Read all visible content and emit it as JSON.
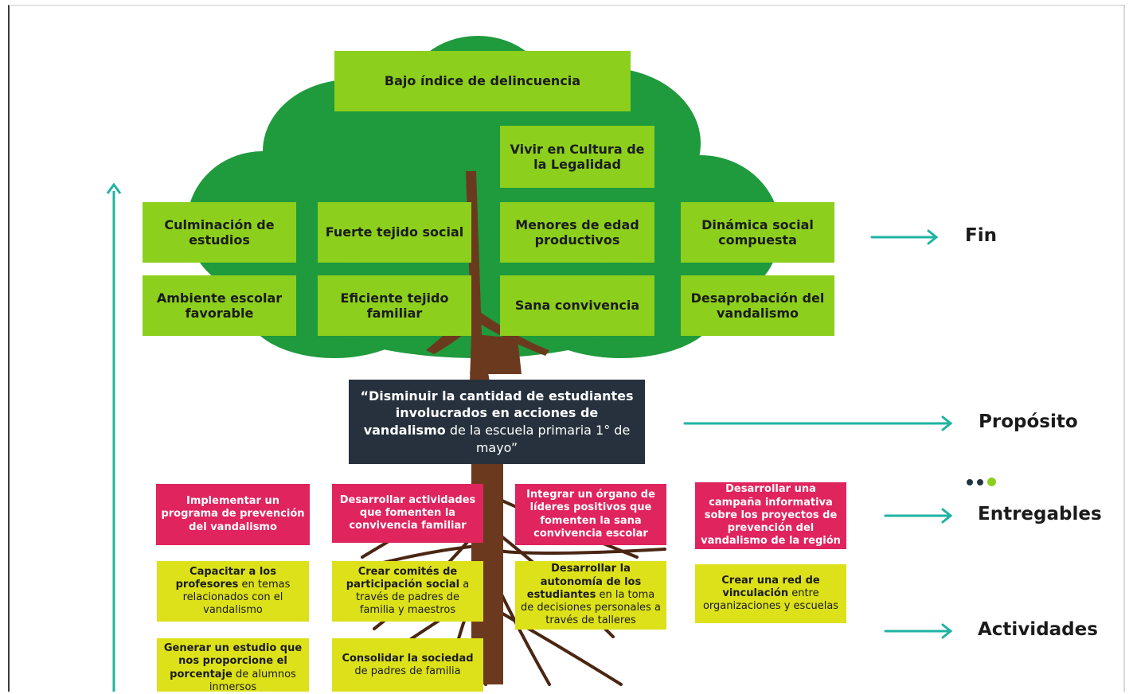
{
  "fin": {
    "top": "Bajo índice de delincuencia",
    "legalidad": "Vivir en Cultura de la Legalidad",
    "row1": [
      "Culminación de estudios",
      "Fuerte tejido social",
      "Menores de edad productivos",
      "Dinámica social compuesta"
    ],
    "row2": [
      "Ambiente escolar favorable",
      "Eficiente tejido familiar",
      "Sana convivencia",
      "Desaprobación del vandalismo"
    ]
  },
  "proposito": {
    "bold_part": "“Disminuir la cantidad de estudiantes involucrados en acciones de vandalismo",
    "rest_part": " de la escuela primaria 1° de mayo”"
  },
  "entregables": [
    "Implementar un programa de prevención del vandalismo",
    "Desarrollar actividades que fomenten la convivencia familiar",
    "Integrar un órgano de líderes positivos que fomenten la sana convivencia escolar",
    "Desarrollar una campaña informativa sobre los proyectos de prevención del vandalismo de la región"
  ],
  "actividades": [
    {
      "b1": "Capacitar a los profesores",
      "t1": " en temas relacionados con el vandalismo"
    },
    {
      "b1": "Crear comités de participación social",
      "t1": " a través de padres de familia y maestros"
    },
    {
      "b1": "Desarrollar la autonomía de los estudiantes",
      "t1": " en la toma de decisiones personales a través de talleres"
    },
    {
      "b1": "Crear una red de vinculación",
      "t1": " entre organizaciones y escuelas"
    },
    {
      "b1": "Generar un estudio que nos proporcione el porcentaje",
      "t1": " de alumnos inmersos"
    },
    {
      "b1": "Consolidar la sociedad",
      "t1": " de padres de familia"
    }
  ],
  "levels": {
    "fin": "Fin",
    "proposito": "Propósito",
    "entregables": "Entregables",
    "actividades": "Actividades"
  },
  "colors": {
    "fin_box": "#8ccf1c",
    "entregable_box": "#e0245e",
    "actividad_box": "#dde11a",
    "proposito_box": "#26313d",
    "foliage": "#1f9a3c",
    "trunk": "#6b3a1e",
    "arrow": "#1fb3a2"
  }
}
